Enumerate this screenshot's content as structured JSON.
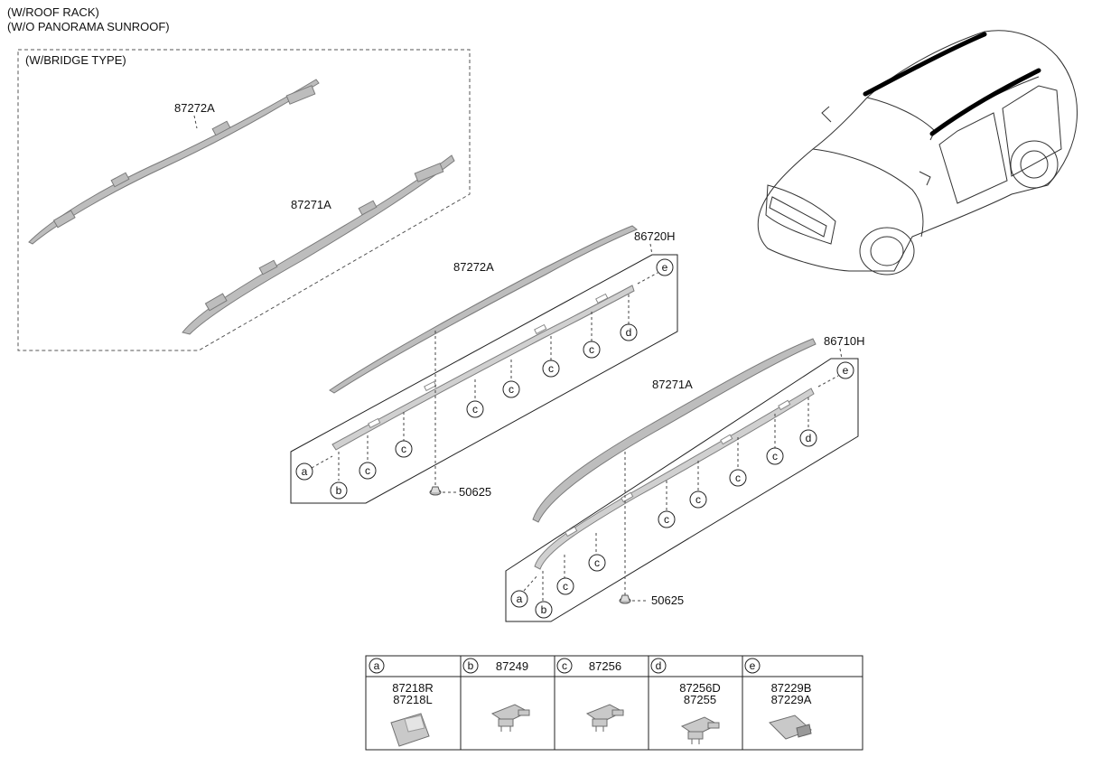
{
  "header": {
    "line1": "(W/ROOF RACK)",
    "line2": "(W/O PANORAMA SUNROOF)"
  },
  "bridge_box_label": "(W/BRIDGE TYPE)",
  "parts": {
    "rail_bridge_upper": "87272A",
    "rail_bridge_lower": "87271A",
    "rail_mid": "87272A",
    "mould_mid": "86720H",
    "rail_right": "87271A",
    "mould_right": "86710H",
    "clip_mid": "50625",
    "clip_right": "50625"
  },
  "callouts": {
    "a": "a",
    "b": "b",
    "c": "c",
    "d": "d",
    "e": "e"
  },
  "legend": {
    "a": {
      "key": "a",
      "head": "",
      "parts": [
        "87218R",
        "87218L"
      ]
    },
    "b": {
      "key": "b",
      "head": "87249",
      "parts": []
    },
    "c": {
      "key": "c",
      "head": "87256",
      "parts": []
    },
    "d": {
      "key": "d",
      "head": "",
      "parts": [
        "87256D",
        "87255"
      ]
    },
    "e": {
      "key": "e",
      "head": "",
      "parts": [
        "87229B",
        "87229A"
      ]
    }
  }
}
